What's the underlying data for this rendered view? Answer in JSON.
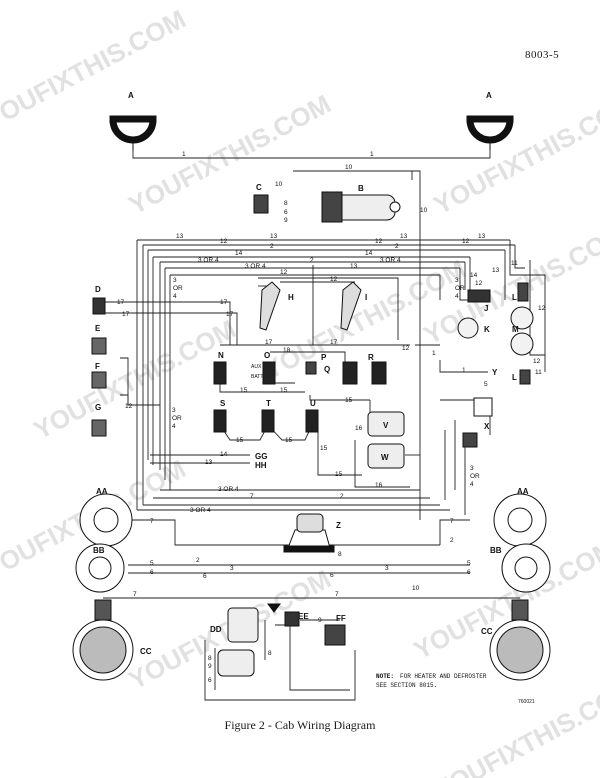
{
  "page_code": "8003-5",
  "caption": "Figure 2 - Cab Wiring Diagram",
  "watermark": "YOUFIXTHIS.COM",
  "note_label": "NOTE:",
  "note_line1": "FOR HEATER AND DEFROSTER",
  "note_line2": "SEE SECTION 8015.",
  "drawing_number": "760021",
  "aux_label": "AUX",
  "bat_label": "BATT",
  "components": [
    "A",
    "A",
    "B",
    "C",
    "D",
    "E",
    "F",
    "G",
    "H",
    "I",
    "J",
    "K",
    "L",
    "M",
    "L",
    "N",
    "O",
    "P",
    "Q",
    "R",
    "S",
    "T",
    "U",
    "V",
    "W",
    "X",
    "Y",
    "GG",
    "HH",
    "AA",
    "AA",
    "BB",
    "BB",
    "CC",
    "CC",
    "Z",
    "DD",
    "EE",
    "FF"
  ],
  "wire_numbers": {
    "w1": "1",
    "w2": "2",
    "w3": "3",
    "w4": "4",
    "w5": "5",
    "w6": "6",
    "w7": "7",
    "w8": "8",
    "w9": "9",
    "w10": "10",
    "w11": "11",
    "w12": "12",
    "w13": "13",
    "w14": "14",
    "w15": "15",
    "w16": "16",
    "w17": "17",
    "w18": "18",
    "w3or4": "3 OR 4",
    "or": "OR"
  }
}
